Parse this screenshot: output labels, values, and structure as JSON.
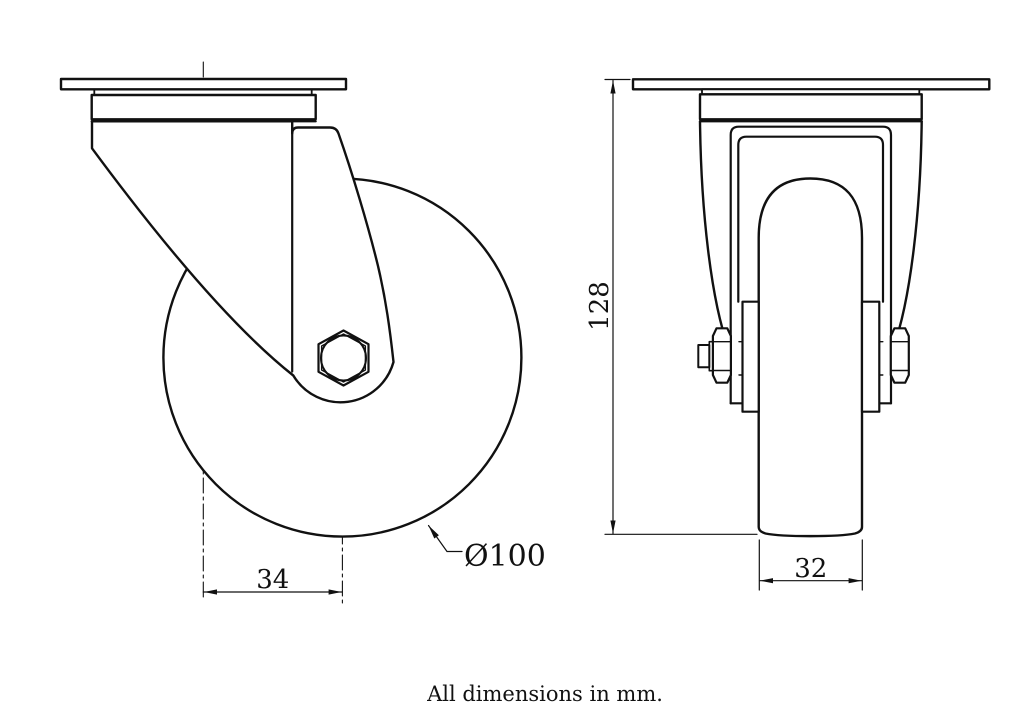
{
  "side_view": {
    "swivel_offset_dim": "34",
    "wheel_diameter_label": "Ø100"
  },
  "front_view": {
    "overall_height_dim": "128",
    "wheel_width_dim": "32"
  },
  "note": "All dimensions in mm.",
  "colors": {
    "line": "#111111",
    "background": "#ffffff"
  }
}
